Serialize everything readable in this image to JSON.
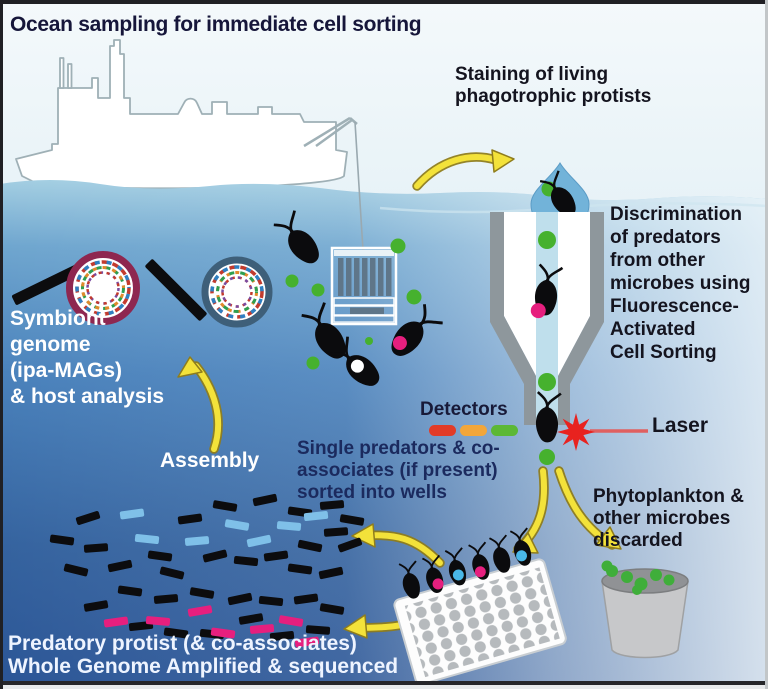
{
  "title": "Ocean sampling for immediate cell sorting",
  "labels": {
    "staining": "Staining of living\nphagotrophic protists",
    "discrimination": "Discrimination\nof predators\nfrom other\nmicrobes using\nFluorescence-\nActivated\nCell Sorting",
    "detectors": "Detectors",
    "laser": "Laser",
    "symbiont": "Symbiont\ngenome\n(ipa-MAGs)\n& host analysis",
    "assembly": "Assembly",
    "single_sorted": "Single predators & co-\nassociates (if present)\nsorted into wells",
    "discarded": "Phytoplankton &\nother microbes\ndiscarded",
    "predatory": "Predatory protist (& co-associates)\nWhole Genome Amplified & sequenced"
  },
  "colors": {
    "arrow_yellow": "#f3e23a",
    "laser_red": "#e8221f",
    "stain_green": "#46b12e",
    "magenta": "#e61f7e",
    "read_blue": "#7fc0e8",
    "deep_water": "#2b5596",
    "funnel_gray": "#8e979c"
  }
}
